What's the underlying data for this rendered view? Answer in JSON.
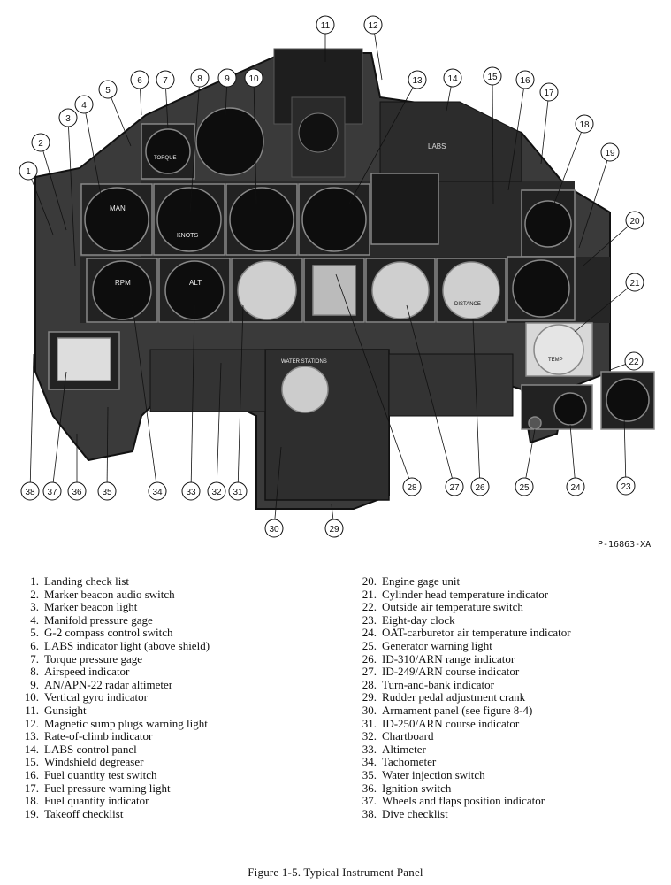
{
  "figure": {
    "reference_code": "P-16863-XA",
    "callouts": [
      "1",
      "2",
      "3",
      "4",
      "5",
      "6",
      "7",
      "8",
      "9",
      "10",
      "11",
      "12",
      "13",
      "14",
      "15",
      "16",
      "17",
      "18",
      "19",
      "20",
      "21",
      "22",
      "23",
      "24",
      "25",
      "26",
      "27",
      "28",
      "29",
      "30",
      "31",
      "32",
      "33",
      "34",
      "35",
      "36",
      "37",
      "38"
    ],
    "instrument_marks": {
      "manifold": "MAN",
      "airspeed": "KNOTS",
      "torque": "TORQUE",
      "altimeter": "ALT",
      "tachometer": "RPM",
      "labs_panel": "LABS",
      "armament": "WATER STATIONS",
      "distance": "DISTANCE",
      "oat": "TEMP"
    }
  },
  "legend_left": [
    {
      "num": "1.",
      "label": "Landing check list"
    },
    {
      "num": "2.",
      "label": "Marker beacon audio switch"
    },
    {
      "num": "3.",
      "label": "Marker beacon light"
    },
    {
      "num": "4.",
      "label": "Manifold pressure gage"
    },
    {
      "num": "5.",
      "label": "G-2 compass control switch"
    },
    {
      "num": "6.",
      "label": "LABS indicator light (above shield)"
    },
    {
      "num": "7.",
      "label": "Torque pressure gage"
    },
    {
      "num": "8.",
      "label": "Airspeed indicator"
    },
    {
      "num": "9.",
      "label": "AN/APN-22 radar altimeter"
    },
    {
      "num": "10.",
      "label": "Vertical gyro indicator"
    },
    {
      "num": "11.",
      "label": "Gunsight"
    },
    {
      "num": "12.",
      "label": "Magnetic sump plugs warning light"
    },
    {
      "num": "13.",
      "label": "Rate-of-climb indicator"
    },
    {
      "num": "14.",
      "label": "LABS control panel"
    },
    {
      "num": "15.",
      "label": "Windshield degreaser"
    },
    {
      "num": "16.",
      "label": "Fuel quantity test switch"
    },
    {
      "num": "17.",
      "label": "Fuel pressure warning light"
    },
    {
      "num": "18.",
      "label": "Fuel quantity indicator"
    },
    {
      "num": "19.",
      "label": "Takeoff checklist"
    }
  ],
  "legend_right": [
    {
      "num": "20.",
      "label": "Engine gage unit"
    },
    {
      "num": "21.",
      "label": "Cylinder head temperature indicator"
    },
    {
      "num": "22.",
      "label": "Outside air temperature switch"
    },
    {
      "num": "23.",
      "label": "Eight-day clock"
    },
    {
      "num": "24.",
      "label": "OAT-carburetor air temperature indicator"
    },
    {
      "num": "25.",
      "label": "Generator warning light"
    },
    {
      "num": "26.",
      "label": "ID-310/ARN range indicator"
    },
    {
      "num": "27.",
      "label": "ID-249/ARN course indicator"
    },
    {
      "num": "28.",
      "label": "Turn-and-bank indicator"
    },
    {
      "num": "29.",
      "label": "Rudder pedal adjustment crank"
    },
    {
      "num": "30.",
      "label": "Armament panel (see figure 8-4)"
    },
    {
      "num": "31.",
      "label": "ID-250/ARN course indicator"
    },
    {
      "num": "32.",
      "label": "Chartboard"
    },
    {
      "num": "33.",
      "label": "Altimeter"
    },
    {
      "num": "34.",
      "label": "Tachometer"
    },
    {
      "num": "35.",
      "label": "Water injection switch"
    },
    {
      "num": "36.",
      "label": "Ignition switch"
    },
    {
      "num": "37.",
      "label": "Wheels and flaps position indicator"
    },
    {
      "num": "38.",
      "label": "Dive checklist"
    }
  ],
  "caption": "Figure 1-5.   Typical Instrument Panel",
  "colors": {
    "ink": "#111111",
    "panel": "#3a3a3a",
    "panel_dark": "#1e1e1e",
    "dial": "#0d0d0d",
    "paper": "#ffffff"
  }
}
